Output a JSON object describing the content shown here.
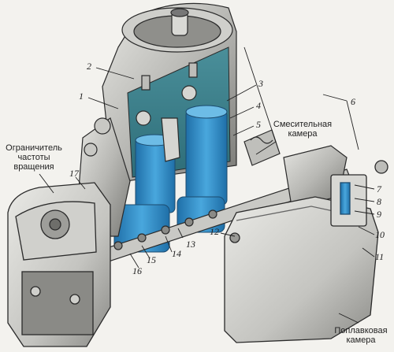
{
  "labels": {
    "rpm_limiter_line1": "Ограничитель",
    "rpm_limiter_line2": "частоты",
    "rpm_limiter_line3": "вращения",
    "mixing_chamber_line1": "Смесительная",
    "mixing_chamber_line2": "камера",
    "float_chamber_line1": "Поплавковая",
    "float_chamber_line2": "камера"
  },
  "callouts": [
    "1",
    "2",
    "3",
    "4",
    "5",
    "6",
    "7",
    "8",
    "9",
    "10",
    "11",
    "12",
    "13",
    "14",
    "15",
    "16",
    "17"
  ],
  "colors": {
    "metal_light": "#d8d8d4",
    "metal_mid": "#a9a9a5",
    "metal_dark": "#5e5e5a",
    "cutaway_blue": "#2f8fc9",
    "cutaway_teal": "#3b7f89",
    "outline": "#2a2a2a",
    "paper": "#f3f2ee"
  }
}
